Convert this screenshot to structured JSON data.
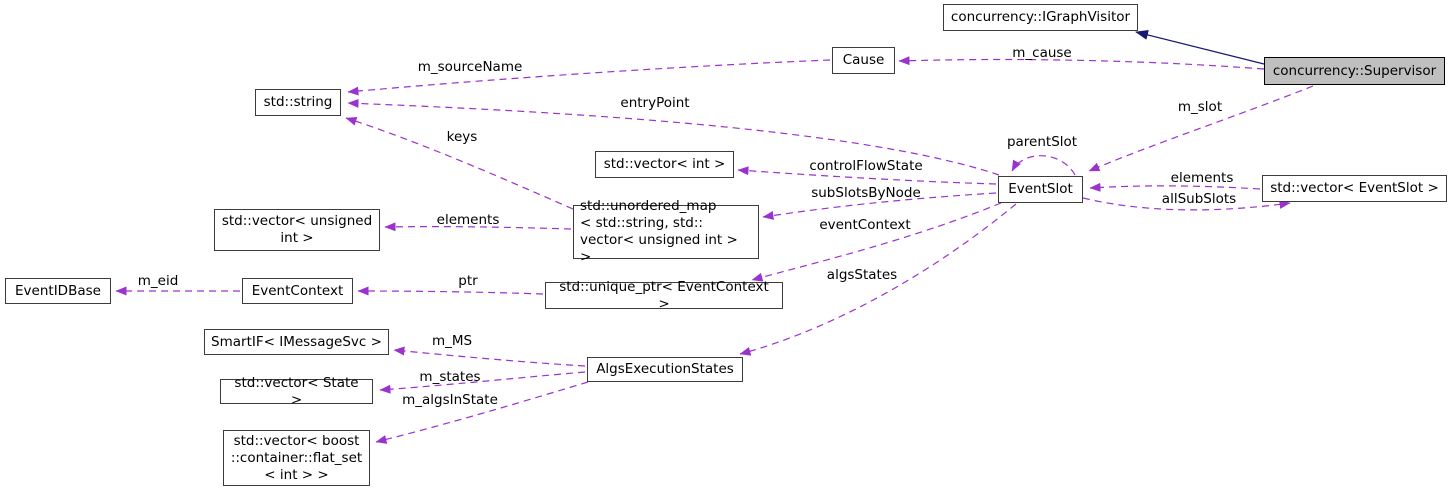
{
  "nodes": {
    "igraphvisitor": {
      "label": "concurrency::IGraphVisitor"
    },
    "supervisor": {
      "label": "concurrency::Supervisor"
    },
    "cause": {
      "label": "Cause"
    },
    "std_string": {
      "label": "std::string"
    },
    "vector_int": {
      "label": "std::vector< int >"
    },
    "eventslot": {
      "label": "EventSlot"
    },
    "vector_eventslot": {
      "label": "std::vector< EventSlot >"
    },
    "vector_unsigned_int": {
      "label": "std::vector< unsigned\nint >"
    },
    "unordered_map": {
      "label": "std::unordered_map\n< std::string, std::\nvector< unsigned int > >"
    },
    "eventidbase": {
      "label": "EventIDBase"
    },
    "eventcontext": {
      "label": "EventContext"
    },
    "unique_ptr_eventcontext": {
      "label": "std::unique_ptr< EventContext >"
    },
    "smartif_imessagesvc": {
      "label": "SmartIF< IMessageSvc >"
    },
    "algsexecutionstates": {
      "label": "AlgsExecutionStates"
    },
    "vector_state": {
      "label": "std::vector< State >"
    },
    "vector_flat_set": {
      "label": "std::vector< boost\n::container::flat_set\n< int > >"
    }
  },
  "edges": {
    "m_cause": {
      "label": "m_cause"
    },
    "m_sourceName": {
      "label": "m_sourceName"
    },
    "entryPoint": {
      "label": "entryPoint"
    },
    "m_slot": {
      "label": "m_slot"
    },
    "keys": {
      "label": "keys"
    },
    "parentSlot": {
      "label": "parentSlot"
    },
    "controlFlowState": {
      "label": "controlFlowState"
    },
    "subSlotsByNode": {
      "label": "subSlotsByNode"
    },
    "elements_left": {
      "label": "elements"
    },
    "eventContext": {
      "label": "eventContext"
    },
    "elements_right": {
      "label": "elements"
    },
    "allSubSlots": {
      "label": "allSubSlots"
    },
    "ptr": {
      "label": "ptr"
    },
    "m_eid": {
      "label": "m_eid"
    },
    "algsStates": {
      "label": "algsStates"
    },
    "m_MS": {
      "label": "m_MS"
    },
    "m_states": {
      "label": "m_states"
    },
    "m_algsInState": {
      "label": "m_algsInState"
    }
  },
  "colors": {
    "usage_edge": "#9a32cd",
    "inheritance_edge": "#191970",
    "node_fill": "#ffffff",
    "node_fill_selected": "#bfbfbf",
    "node_border": "#3c3c3c",
    "text": "#000000",
    "background": "#ffffff"
  }
}
